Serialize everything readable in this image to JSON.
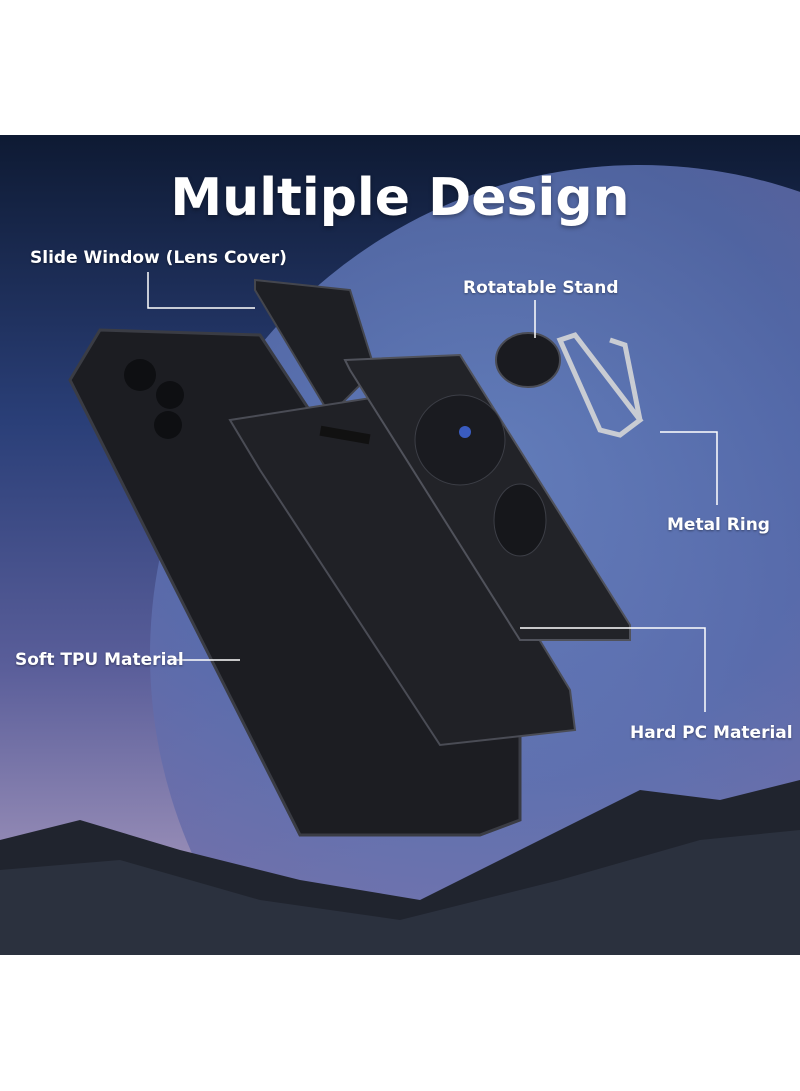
{
  "title": "Multiple Design",
  "labels": {
    "slide_window": "Slide Window (Lens Cover)",
    "rotatable_stand": "Rotatable Stand",
    "metal_ring": "Metal Ring",
    "soft_tpu": "Soft TPU Material",
    "hard_pc": "Hard PC Material"
  },
  "colors": {
    "case": "#1c1d22",
    "case_edge": "#3a3c44",
    "leader_line": "#ffffff",
    "ring": "#c9ccd3"
  }
}
